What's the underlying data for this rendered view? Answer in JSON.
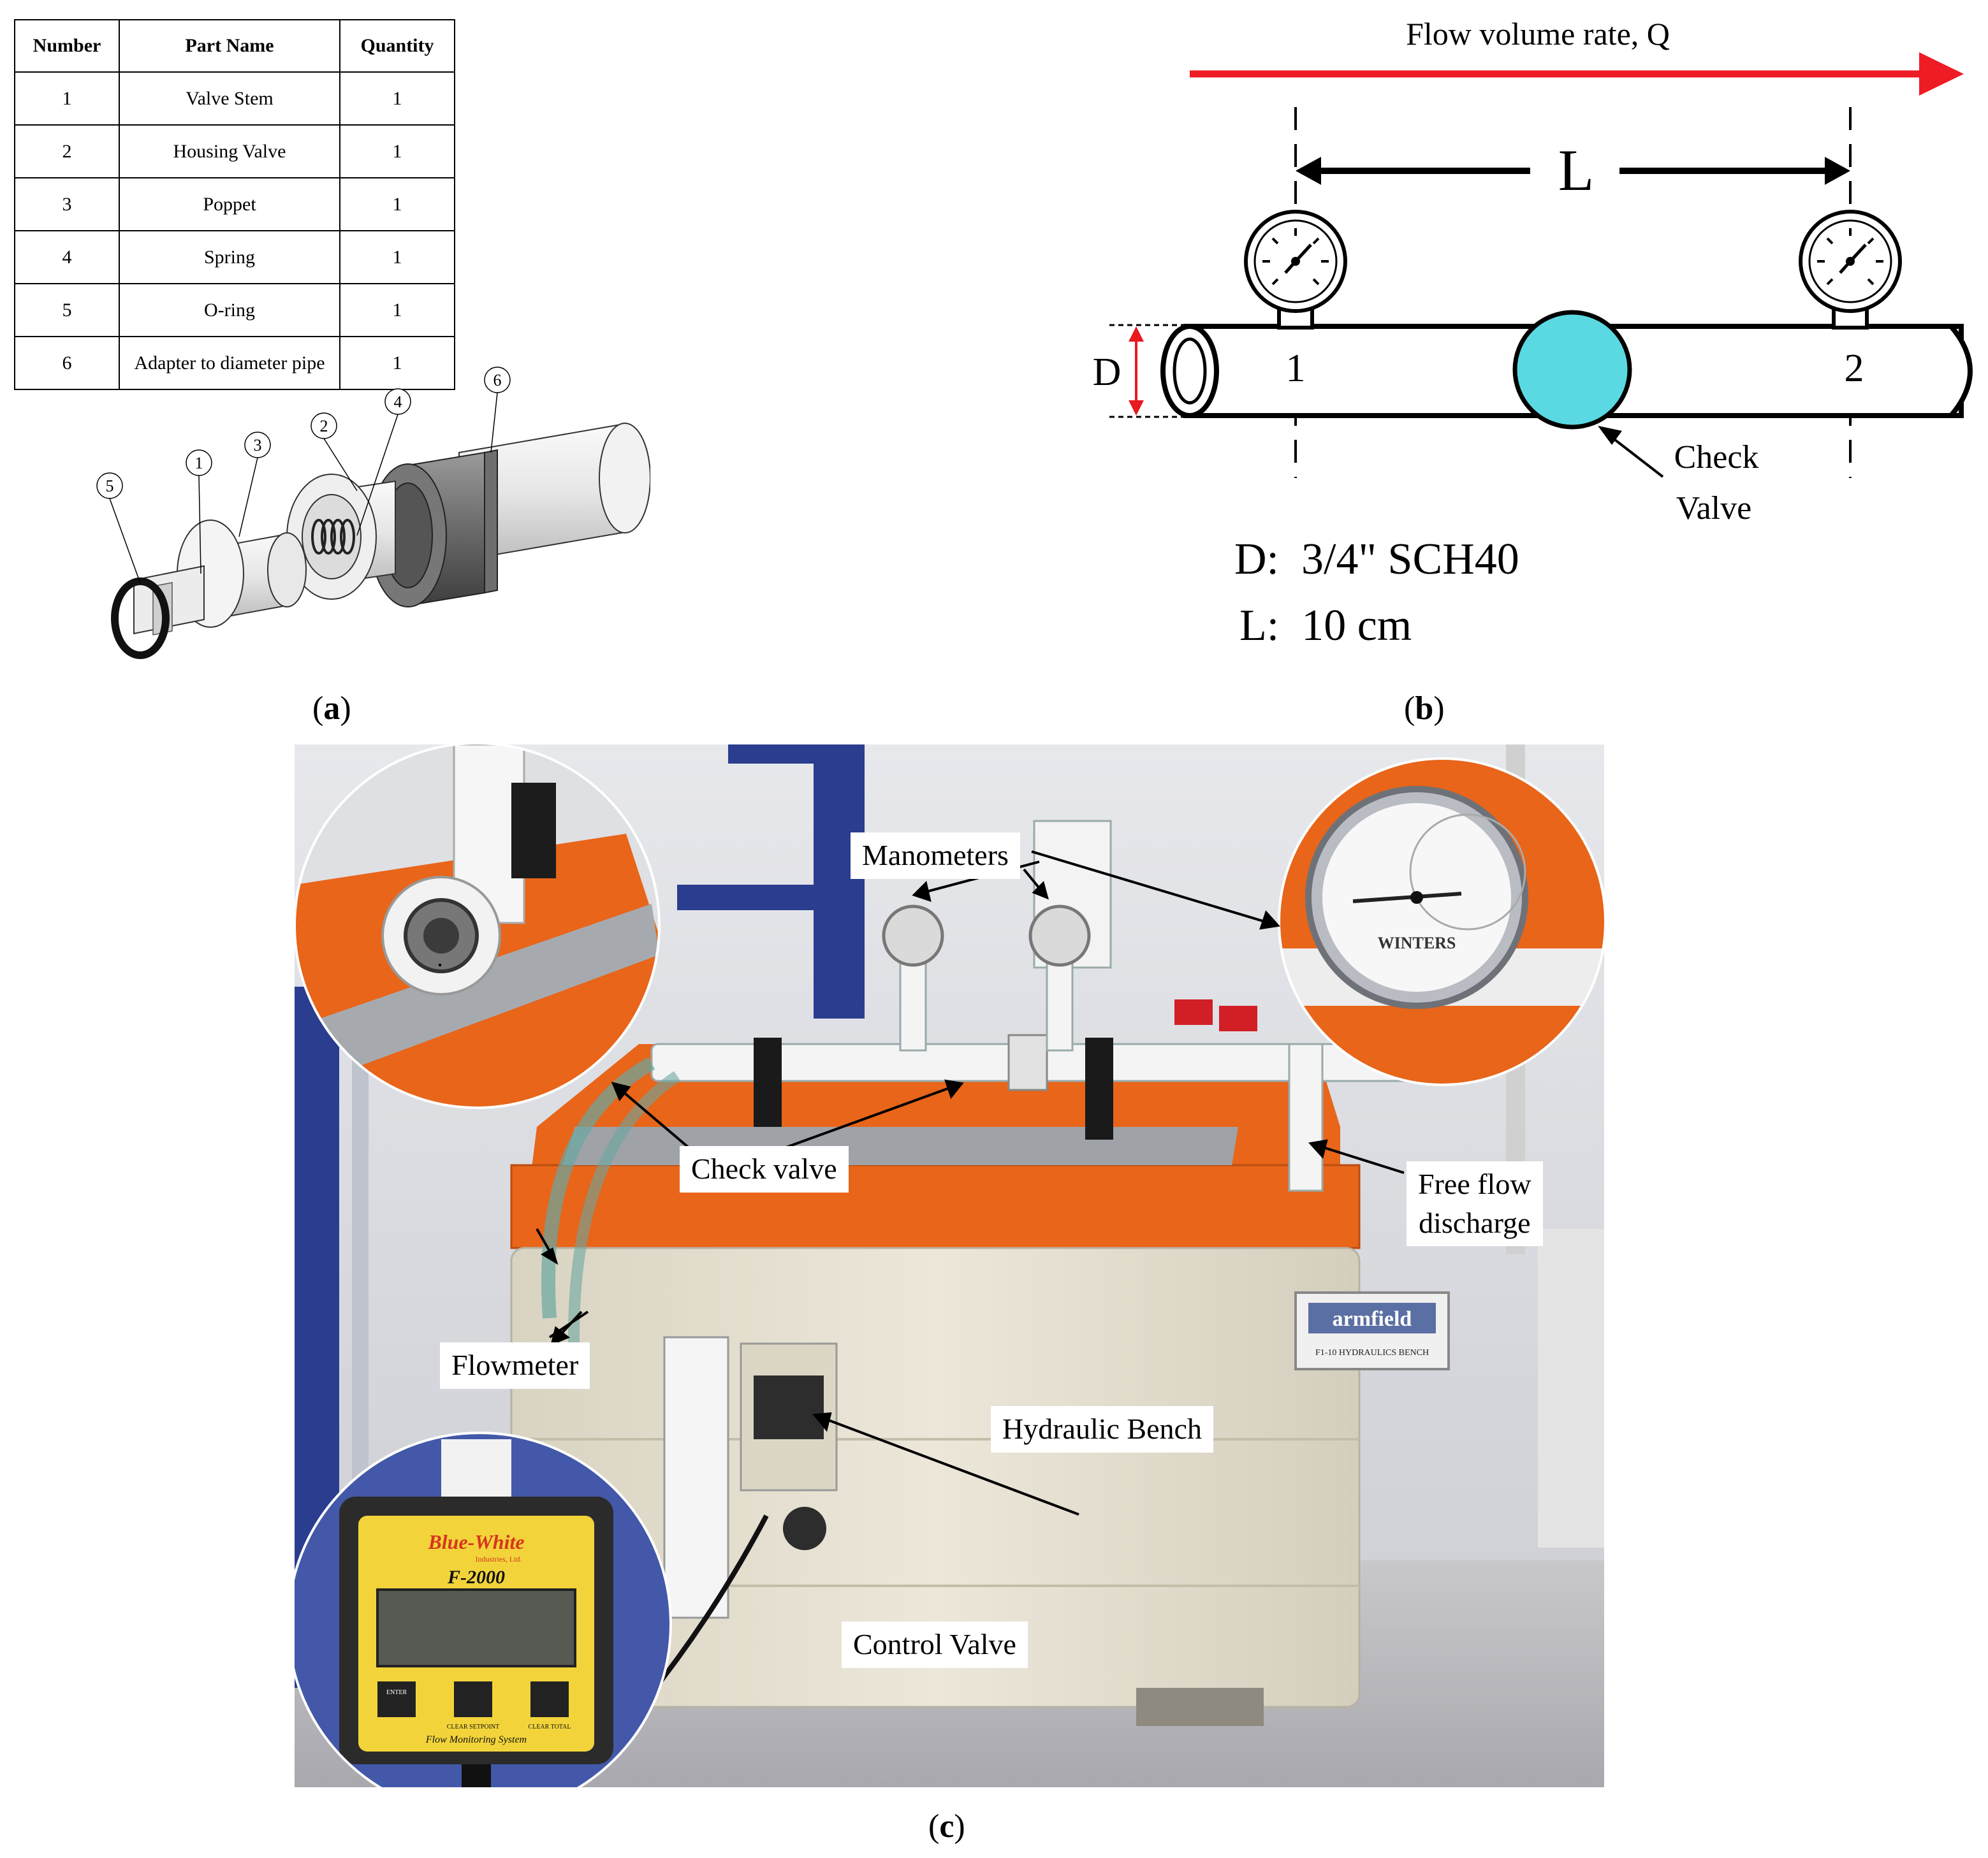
{
  "panel_a": {
    "label": "a",
    "table": {
      "headers": [
        "Number",
        "Part Name",
        "Quantity"
      ],
      "rows": [
        [
          "1",
          "Valve Stem",
          "1"
        ],
        [
          "2",
          "Housing Valve",
          "1"
        ],
        [
          "3",
          "Poppet",
          "1"
        ],
        [
          "4",
          "Spring",
          "1"
        ],
        [
          "5",
          "O-ring",
          "1"
        ],
        [
          "6",
          "Adapter to diameter pipe",
          "1"
        ]
      ]
    },
    "part_callouts": [
      "5",
      "1",
      "3",
      "2",
      "4",
      "6"
    ]
  },
  "panel_b": {
    "label": "b",
    "flow_label": "Flow volume rate, Q",
    "length_symbol": "L",
    "diameter_symbol": "D",
    "gauge_1": "1",
    "gauge_2": "2",
    "check_valve_line1": "Check",
    "check_valve_line2": "Valve",
    "spec_d": "D:  3/4\" SCH40",
    "spec_l": "L:  10 cm",
    "colors": {
      "flow_arrow": "#ee1c24",
      "check_valve": "#5ad9e3",
      "diameter_arrow": "#e8191f"
    }
  },
  "panel_c": {
    "label": "c",
    "callouts": {
      "manometers": "Manometers",
      "check_valve": "Check valve",
      "free_flow_1": "Free flow",
      "free_flow_2": "discharge",
      "flowmeter": "Flowmeter",
      "hydraulic_bench": "Hydraulic Bench",
      "control_valve": "Control Valve"
    },
    "device_text": {
      "brand": "armfield",
      "bench_model": "F1-10 HYDRAULICS BENCH",
      "meter_brand": "Blue-White",
      "meter_sub": "Industries, Ltd.",
      "meter_model": "F-2000",
      "meter_footer": "Flow Monitoring System",
      "meter_btn_1": "ENTER",
      "meter_btn_2": "CLEAR SETPOINT",
      "meter_btn_3": "CLEAR TOTAL",
      "gauge_brand": "WINTERS"
    },
    "colors": {
      "orange": "#e8651a",
      "bench": "#e9e4d6",
      "frame_blue": "#2a3d8f"
    }
  }
}
